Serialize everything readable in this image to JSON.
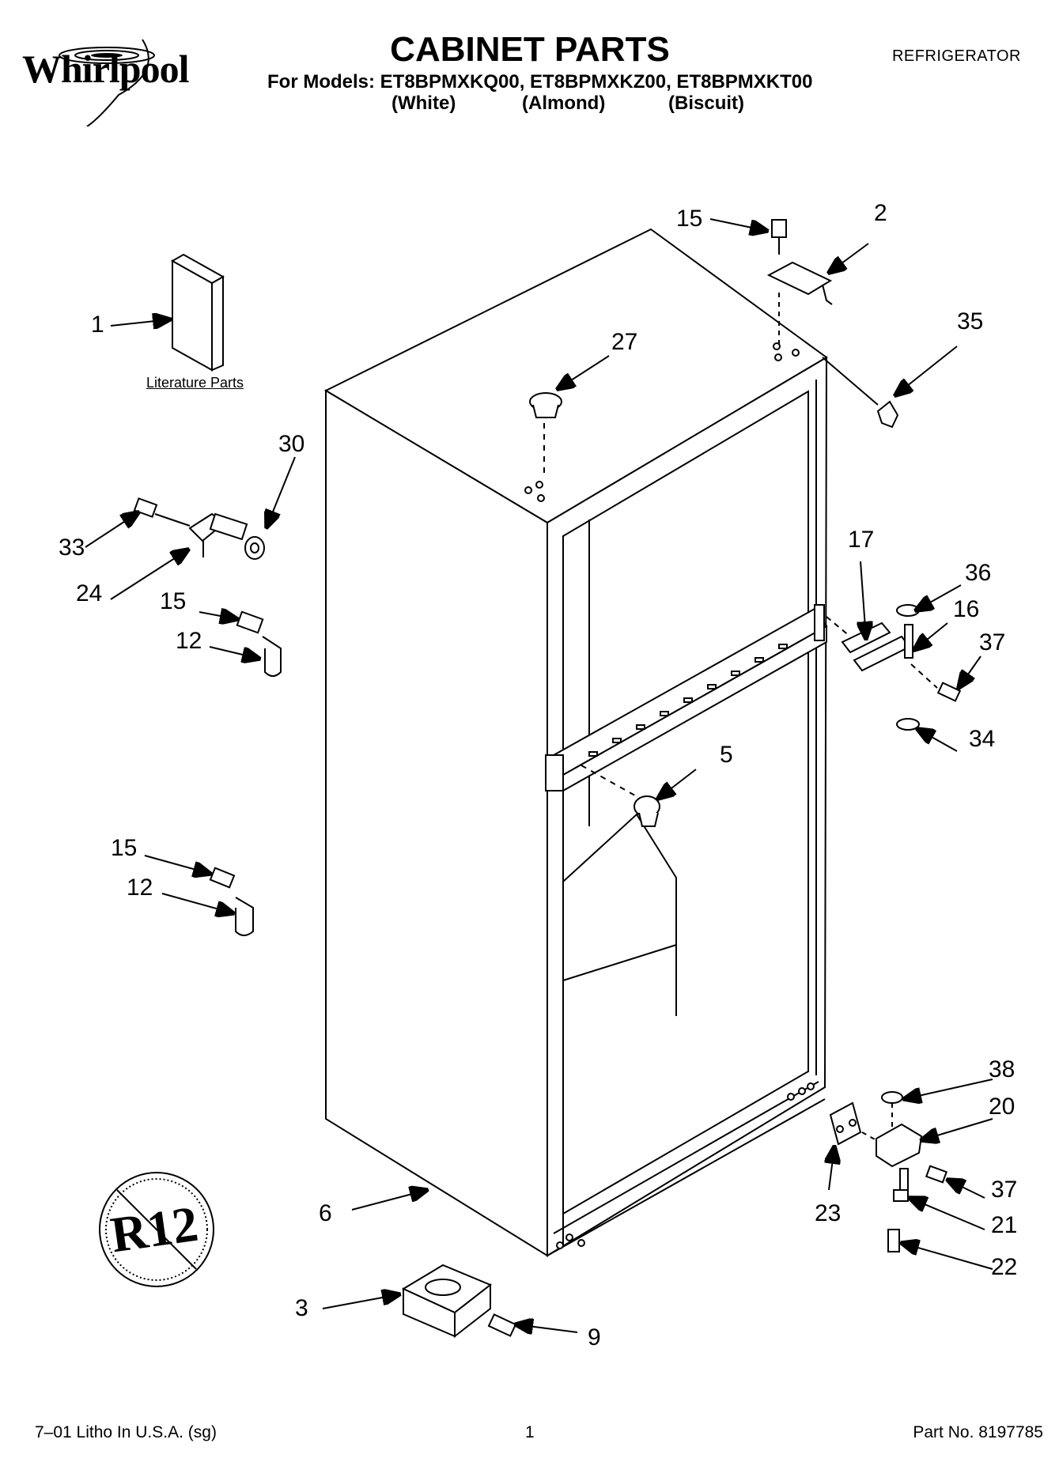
{
  "header": {
    "brand": "Whirlpool",
    "title": "CABINET PARTS",
    "category": "REFRIGERATOR",
    "models_line": "For Models: ET8BPMXKQ00, ET8BPMXKZ00, ET8BPMXKT00",
    "variants": [
      "(White)",
      "(Almond)",
      "(Biscuit)"
    ]
  },
  "literature_caption": "Literature Parts",
  "callouts": {
    "c1": "1",
    "c2": "2",
    "c3": "3",
    "c5": "5",
    "c6": "6",
    "c9": "9",
    "c12a": "12",
    "c12b": "12",
    "c15a": "15",
    "c15b": "15",
    "c15c": "15",
    "c16": "16",
    "c17": "17",
    "c20": "20",
    "c21": "21",
    "c22": "22",
    "c23": "23",
    "c24": "24",
    "c27": "27",
    "c30": "30",
    "c33": "33",
    "c34": "34",
    "c35": "35",
    "c36": "36",
    "c37a": "37",
    "c37b": "37",
    "c38": "38"
  },
  "badge_text": "R12",
  "footer": {
    "left": "7–01 Litho In U.S.A. (sg)",
    "page": "1",
    "part_no": "Part No. 8197785"
  }
}
